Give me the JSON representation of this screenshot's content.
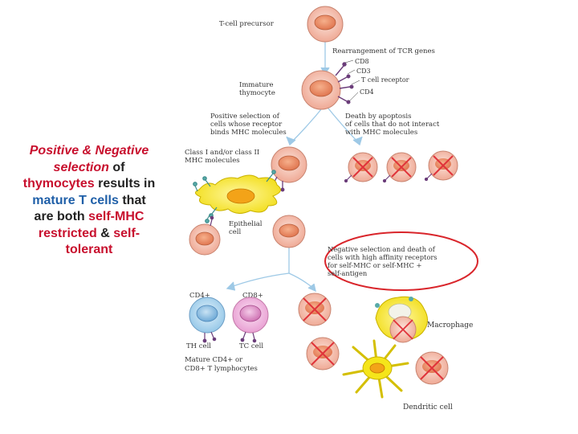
{
  "caption": {
    "p1": "Positive & Negative",
    "p2": "selection",
    "p3": " of",
    "p4": "thymocytes",
    "p5": " results in",
    "p6": "mature T cells",
    "p7": " that",
    "p8": "are both ",
    "p9": "self-MHC",
    "p10": "restricted",
    "p11": " & ",
    "p12": "self-",
    "p13": "tolerant"
  },
  "diagram": {
    "precursor_label": "T-cell precursor",
    "rearrangement_label": "Rearrangement of TCR genes",
    "cd8_label": "CD8",
    "cd3_label": "CD3",
    "tcr_label": "T cell receptor",
    "cd4_label": "CD4",
    "immature_line1": "Immature",
    "immature_line2": "thymocyte",
    "positive_line1": "Positive selection of",
    "positive_line2": "cells whose receptor",
    "positive_line3": "binds MHC molecules",
    "death_line1": "Death by apoptosis",
    "death_line2": "of cells that do not interact",
    "death_line3": "with MHC molecules",
    "mhc_line1": "Class I and/or class II",
    "mhc_line2": "MHC molecules",
    "epithelial_line1": "Epithelial",
    "epithelial_line2": "cell",
    "negative_line1": "Negative selection and death of",
    "negative_line2": "cells with high affinity receptors",
    "negative_line3": "for self-MHC or self-MHC +",
    "negative_line4": "self-antigen",
    "cd4_cell_label": "CD4+",
    "cd8_cell_label": "CD8+",
    "th_label": "TH cell",
    "tc_label": "TC cell",
    "mature_line1": "Mature CD4+ or",
    "mature_line2": "CD8+ T lymphocytes",
    "macrophage_label": "Macrophage",
    "dendritic_label": "Dendritic cell"
  },
  "colors": {
    "caption_red": "#c8102e",
    "caption_blue": "#1f5fa8",
    "arrow_blue": "#9ec9e6",
    "thymocyte_fill": "#f2b5a5",
    "thymocyte_nucleus": "#e9835e",
    "epithelial_yellow": "#f5e51a",
    "cd4_blue": "#a9d3ee",
    "cd8_pink": "#f2b6df",
    "cross_red": "#e0333a",
    "oval_red": "#d9252b"
  }
}
